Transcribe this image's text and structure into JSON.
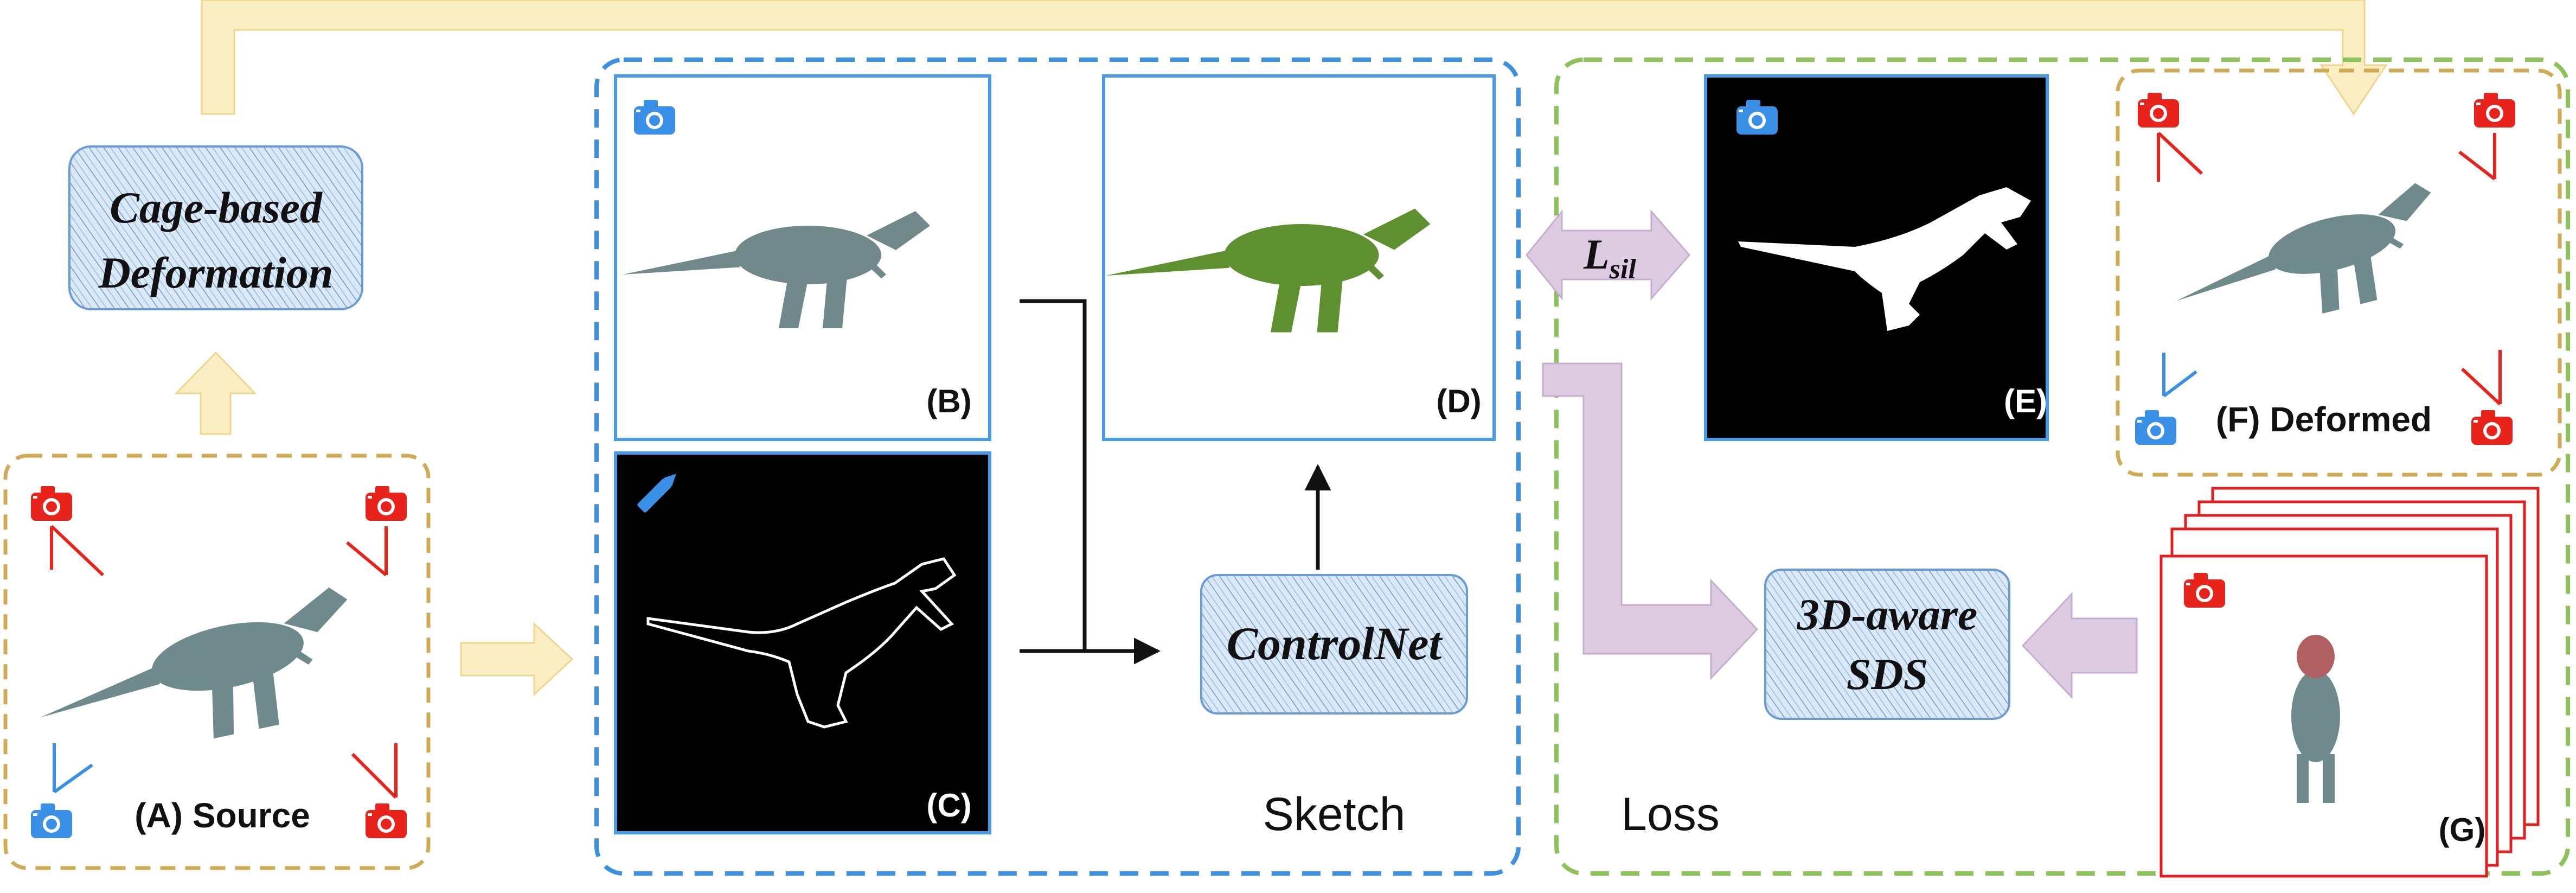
{
  "colors": {
    "tan_dash": "#d0ab55",
    "blue_dash": "#3d8fe0",
    "green_dash": "#8dc25a",
    "yellow_arrow": "#fbeec3",
    "yellow_arrow_edge": "#efd68c",
    "purple_arrow": "#ddcbe2",
    "purple_arrow_edge": "#c7aed0",
    "hatch_fill": "#d8e6f5",
    "hatch_line": "#5a8fd0",
    "camera_red": "#e8231c",
    "camera_blue": "#3a8fe6",
    "frame_blue": "#4a9be6",
    "frame_red": "#e02020"
  },
  "modules": {
    "cage": {
      "line1": "Cage-based",
      "line2": "Deformation"
    },
    "controlnet": {
      "label": "ControlNet"
    },
    "sds": {
      "line1": "3D-aware",
      "line2": "SDS"
    }
  },
  "panels": {
    "source": {
      "label": "(A) Source",
      "icons": [
        "camera-icon",
        "camera-icon",
        "camera-icon",
        "camera-icon"
      ]
    },
    "b": {
      "label": "(B)",
      "icon": "camera-icon"
    },
    "c": {
      "label": "(C)",
      "icon": "pencil-icon"
    },
    "d": {
      "label": "(D)"
    },
    "e": {
      "label": "(E)",
      "icon": "camera-icon"
    },
    "f": {
      "label": "(F) Deformed",
      "icons": [
        "camera-icon",
        "camera-icon",
        "camera-icon",
        "camera-icon"
      ]
    },
    "g": {
      "label": "(G)",
      "icon": "camera-icon"
    }
  },
  "groups": {
    "sketch": {
      "label": "Sketch"
    },
    "loss": {
      "label": "Loss",
      "loss_symbol": "L",
      "loss_subscript": "sil"
    }
  }
}
